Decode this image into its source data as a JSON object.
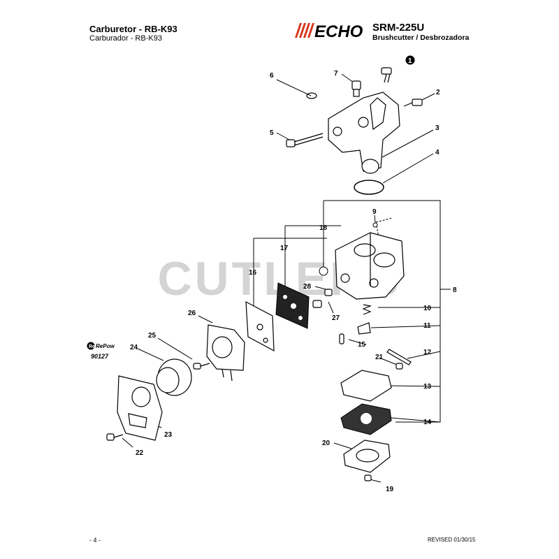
{
  "header": {
    "title": "Carburetor - RB-K93",
    "subtitle": "Carburador - RB-K93",
    "brand": "ECHO",
    "model": "SRM-225U",
    "model_desc": "Brushcutter / Desbrozadora"
  },
  "watermark": "CUTLERS",
  "repower": {
    "logo_text": "RePower",
    "code": "90127"
  },
  "callouts": [
    "1",
    "2",
    "3",
    "4",
    "5",
    "6",
    "7",
    "8",
    "9",
    "10",
    "11",
    "12",
    "13",
    "14",
    "15",
    "16",
    "17",
    "18",
    "19",
    "20",
    "21",
    "22",
    "23",
    "24",
    "25",
    "26",
    "27",
    "28"
  ],
  "footer": {
    "page": "- 4 -",
    "revised": "REVISED 01/30/15"
  },
  "colors": {
    "accent": "#d4341a",
    "ink": "#000000",
    "watermark": "#a0a0a0"
  }
}
